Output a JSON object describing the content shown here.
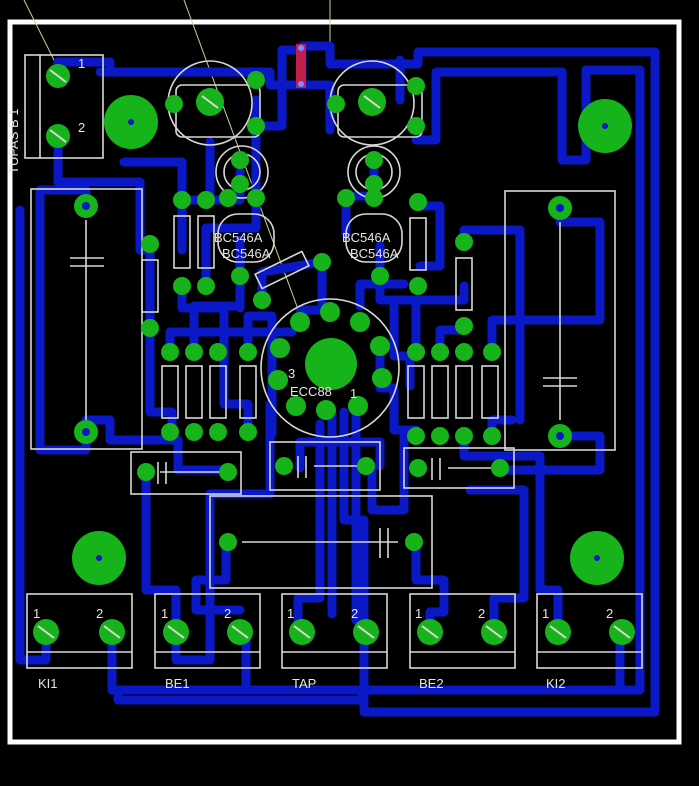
{
  "labels": {
    "tube": "ECC88",
    "transistor_top_left_a": "BC546A",
    "transistor_top_left_b": "BC546A",
    "transistor_top_right_a": "BC546A",
    "transistor_top_right_b": "BC546A",
    "pin1_left": "1",
    "pin2_left": "2",
    "tube_pin_3": "3",
    "tube_pin_1": "1",
    "side_text": "TUPAS B 1",
    "conn_pin_1": "1",
    "conn_pin_2": "2",
    "connectors": [
      "KI1",
      "BE1",
      "TAP",
      "BE2",
      "KI2"
    ]
  },
  "colors": {
    "background": "#000000",
    "trace": "#0a18c8",
    "pad": "#17b31a",
    "silkscreen": "#d8d8d8",
    "board_outline": "#ffffff",
    "jumper": "#c01f4a"
  }
}
